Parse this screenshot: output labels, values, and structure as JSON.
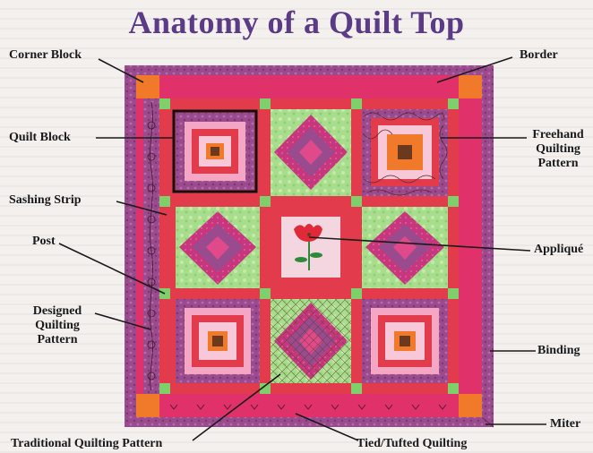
{
  "title": "Anatomy of a Quilt Top",
  "labels": {
    "corner_block": "Corner Block",
    "border": "Border",
    "quilt_block": "Quilt Block",
    "freehand_1": "Freehand",
    "freehand_2": "Quilting",
    "freehand_3": "Pattern",
    "sashing_strip": "Sashing Strip",
    "post": "Post",
    "applique": "Appliqué",
    "designed_1": "Designed",
    "designed_2": "Quilting",
    "designed_3": "Pattern",
    "binding": "Binding",
    "miter": "Miter",
    "traditional": "Traditional Quilting Pattern",
    "tied": "Tied/Tufted Quilting"
  },
  "colors": {
    "title": "#5b3a86",
    "border_pink": "#e0316a",
    "purple_print": "#9a4b8e",
    "corner_orange": "#f07a2a",
    "sashing_red": "#e23b4c",
    "green": "#a6dc8c",
    "pink_diamond": "#c8377e",
    "callout_line": "#1a1a1a"
  }
}
